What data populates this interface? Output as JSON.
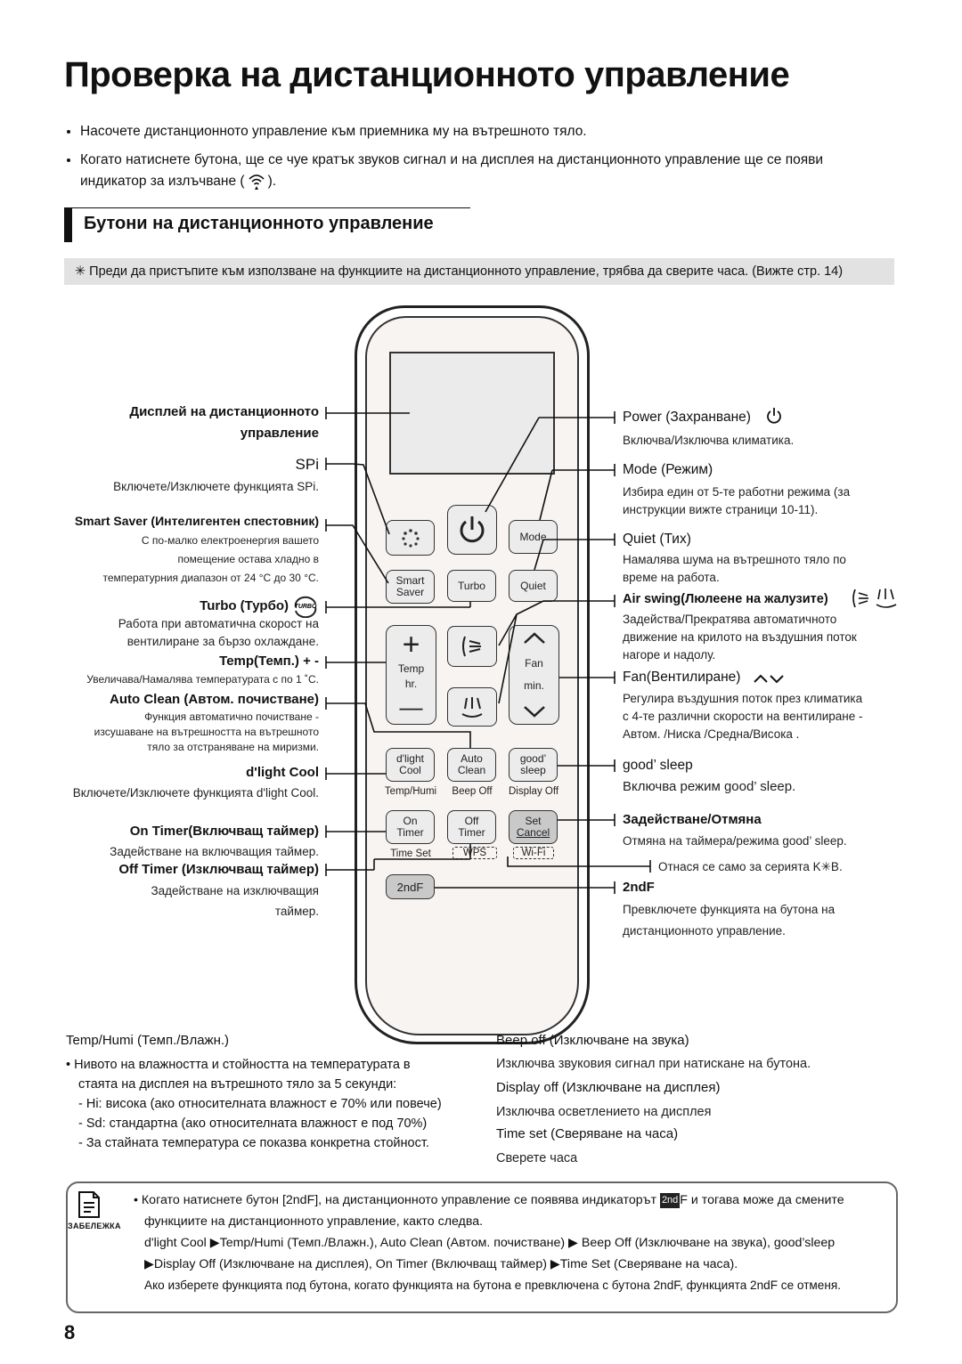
{
  "title": "Проверка на дистанционното управление",
  "intro": [
    "Насочете дистанционното управление към приемника му на вътрешното тяло.",
    "Когато натиснете бутона, ще се чуе кратък звуков сигнал и на дисплея на дистанционното управление ще се появи",
    "индикатор за излъчване (",
    ")."
  ],
  "section_title": "Бутони на дистанционното управление",
  "notice": "✳ Преди да пристъпите към използване на функциите на дистанционното управление, трябва да сверите часа. (Вижте стр. 14)",
  "left": {
    "display_1": "Дисплей на дистанционното",
    "display_2": "управление",
    "spi": "SPi",
    "spi_desc": "Включете/Изключете функцията SPi.",
    "smart": "Smart Saver (Интелигентен спестовник)",
    "smart_desc_1": "С по-малко електроенергия вашето",
    "smart_desc_2": "помещение остава хладно в",
    "smart_desc_3": "температурния диапазон от 24 °C до 30 °C.",
    "turbo": "Turbo (Турбо)",
    "turbo_desc_1": "Работа при автоматична скорост на",
    "turbo_desc_2": "вентилиране за бързо охлаждане.",
    "temp": "Temp(Темп.) + -",
    "temp_desc": "Увеличава/Намалява температурата с по 1 ˚C.",
    "auto": "Auto Clean (Автом. почистване)",
    "auto_desc_1": "Функция автоматично почистване -",
    "auto_desc_2": "изсушаване на вътрешността на вътрешното",
    "auto_desc_3": "тяло за отстраняване на миризми.",
    "dlight": "d'light Cool",
    "dlight_desc": "Включете/Изключете функцията d'light Cool.",
    "ontimer": "On Timer(Включващ таймер)",
    "ontimer_desc": "Задействане на включващия таймер.",
    "offtimer": "Off Timer (Изключващ таймер)",
    "offtimer_desc_1": "Задействане на изключващия",
    "offtimer_desc_2": "таймер."
  },
  "right": {
    "power": "Power (Захранване)",
    "power_desc": "Включва/Изключва климатика.",
    "mode": "Mode (Режим)",
    "mode_desc_1": "Избира един от 5-те работни режима (за",
    "mode_desc_2": "инструкции вижте страници 10-11).",
    "quiet": "Quiet (Тих)",
    "quiet_desc_1": "Намалява шума на вътрешното тяло по",
    "quiet_desc_2": "време на работа.",
    "swing": "Air swing(Люлеене на жалузите)",
    "swing_desc_1": "Задейства/Прекратява автоматичното",
    "swing_desc_2": "движение на крилото на въздушния поток",
    "swing_desc_3": "нагоре и надолу.",
    "fan": "Fan(Вентилиране)",
    "fan_desc_1": "Регулира въздушния поток през климатика",
    "fan_desc_2": "с 4-те различни скорости на вентилиране -",
    "fan_desc_3": "Автом. /Ниска /Средна/Висока .",
    "good": "good’ sleep",
    "good_desc": "Включва режим good’ sleep.",
    "set": "Задействане/Отмяна",
    "set_desc": "Отмяна на таймера/режима good’ sleep.",
    "wps_desc": "Отнася се само за серията K✳B.",
    "second": "2ndF",
    "second_desc_1": "Превключете функцията на бутона на",
    "second_desc_2": "дистанционното управление."
  },
  "remote": {
    "mode": "Mode",
    "smart_1": "Smart",
    "smart_2": "Saver",
    "turbo": "Turbo",
    "quiet": "Quiet",
    "plus": "+",
    "minus": "—",
    "temp_1": "Temp",
    "temp_2": "hr.",
    "fan_1": "Fan",
    "fan_2": "min.",
    "dlight_1": "d'light",
    "dlight_2": "Cool",
    "auto_1": "Auto",
    "auto_2": "Clean",
    "good_1": "good’",
    "good_2": "sleep",
    "temphumi": "Temp/Humi",
    "beepoff": "Beep Off",
    "displayoff": "Display Off",
    "on_1": "On",
    "on_2": "Timer",
    "off_1": "Off",
    "off_2": "Timer",
    "set_1": "Set",
    "set_2": "Cancel",
    "timeset": "Time Set",
    "wps": "WPS",
    "wifi": "Wi-Fi",
    "second": "2ndF"
  },
  "bottom_left": {
    "title": "Temp/Humi (Темп./Влажн.)",
    "text_1": "Нивото на влажността и стойността на температурата в",
    "text_2": "стаята на дисплея на вътрешното тяло за 5 секунди:",
    "hi": "- Hi: висока (ако относителната влажност е 70% или повече)",
    "sd": "- Sd: стандартна (ако относителната влажност е под 70%)",
    "room": "- За стайната температура се показва конкретна стойност."
  },
  "bottom_right": {
    "beep": "Beep off (Изключване на звука)",
    "beep_desc": "Изключва звуковия сигнал при натискане на бутона.",
    "display": "Display off (Изключване на дисплея)",
    "display_desc": "Изключва осветлението на дисплея",
    "time": "Time set (Сверяване на часа)",
    "time_desc": "Сверете часа"
  },
  "note": {
    "label": "ЗАБЕЛЕЖКА",
    "line_1a": "Когато натиснете бутон [2ndF], на дистанционното управление се появява индикаторът",
    "tag": "2nd",
    "line_1b": "F и тогава може да смените",
    "line_2": "функциите на дистанционното управление, както следва.",
    "line_3": "d'light Cool ▶Temp/Humi (Темп./Влажн.), Auto Clean (Автом. почистване) ▶ Beep Off (Изключване на звука), good’sleep",
    "line_4": "▶Display Off (Изключване на дисплея), On Timer (Включващ таймер) ▶Time Set (Сверяване на часа).",
    "line_5": "Ако изберете функцията под бутона, когато функцията на бутона е превключена с бутона 2ndF, функцията 2ndF се отменя."
  },
  "page_number": "8"
}
